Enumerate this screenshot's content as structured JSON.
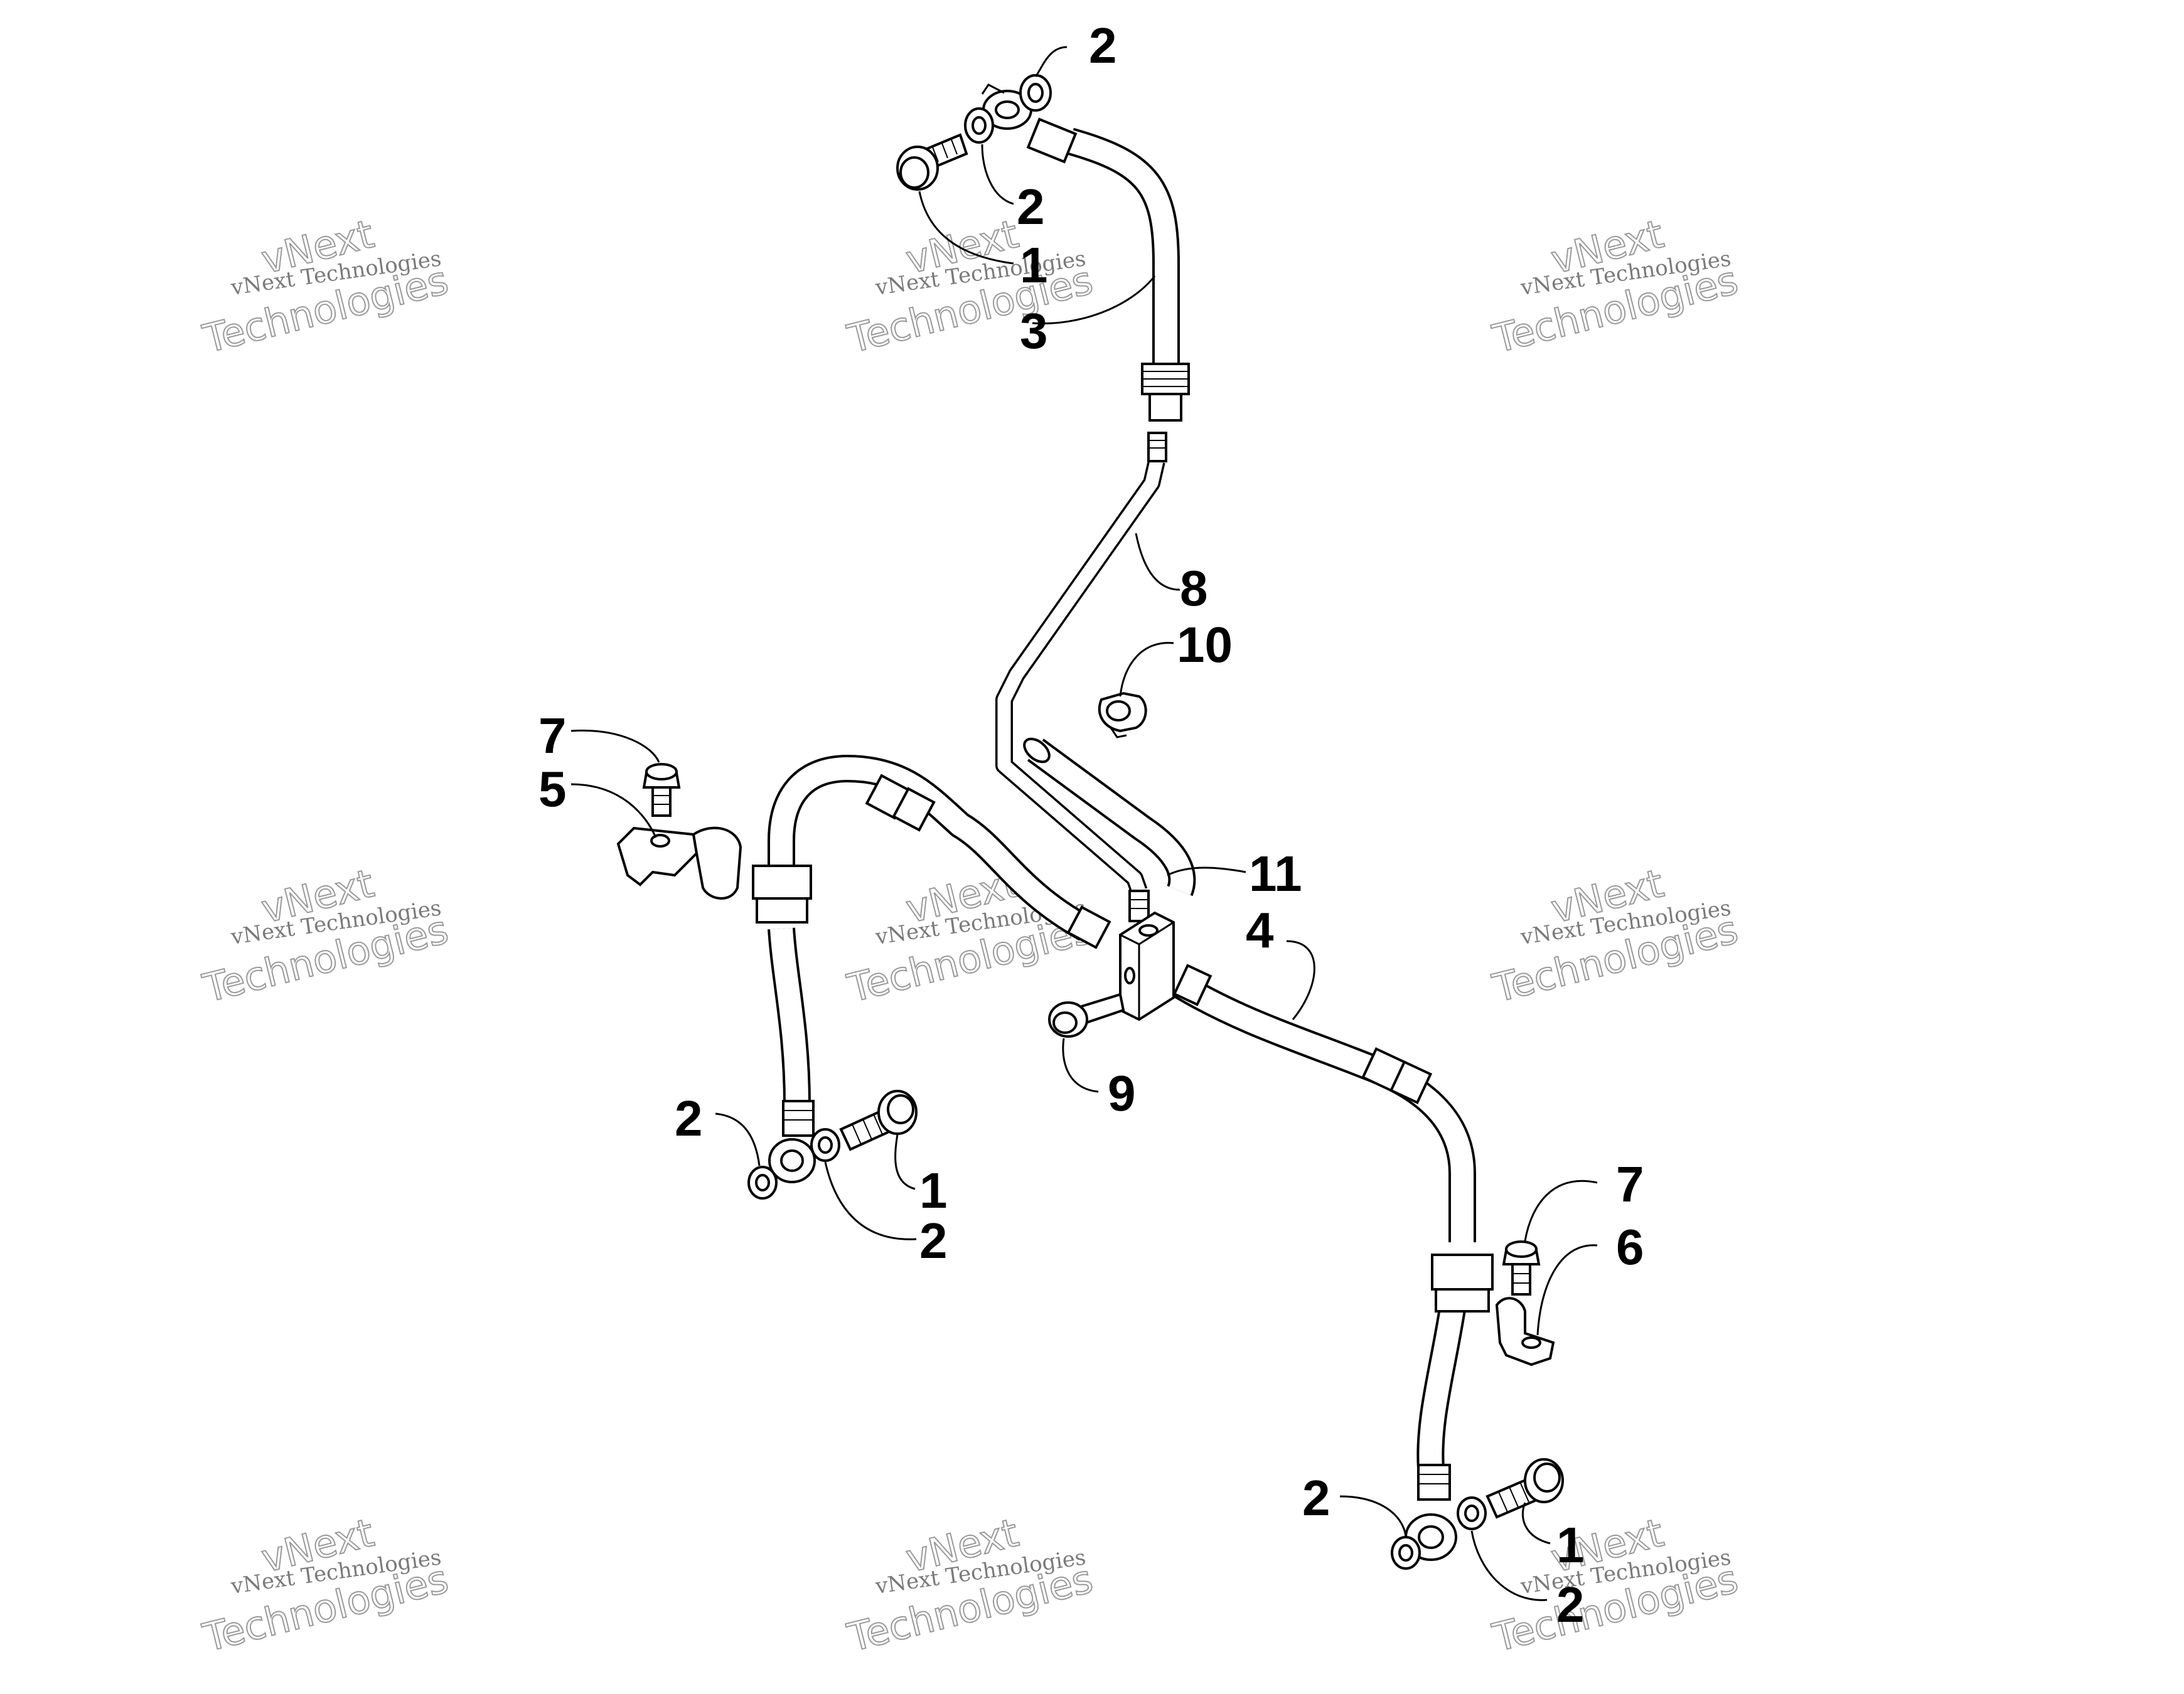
{
  "watermark": {
    "line1": "vNext Technologies",
    "line2": "vNext",
    "line3": "Technologies"
  },
  "callouts": {
    "top_washer_right": "2",
    "top_washer_left": "2",
    "top_bolt": "1",
    "top_hose": "3",
    "brake_line": "8",
    "clip": "10",
    "bracket_bolt_left": "7",
    "bracket_left": "5",
    "protector": "11",
    "hose_right": "4",
    "junction_bolt": "9",
    "left_washer_outer": "2",
    "left_bolt": "1",
    "left_washer_inner": "2",
    "bracket_bolt_right": "7",
    "bracket_right": "6",
    "right_washer_outer": "2",
    "right_bolt": "1",
    "right_washer_inner": "2"
  }
}
